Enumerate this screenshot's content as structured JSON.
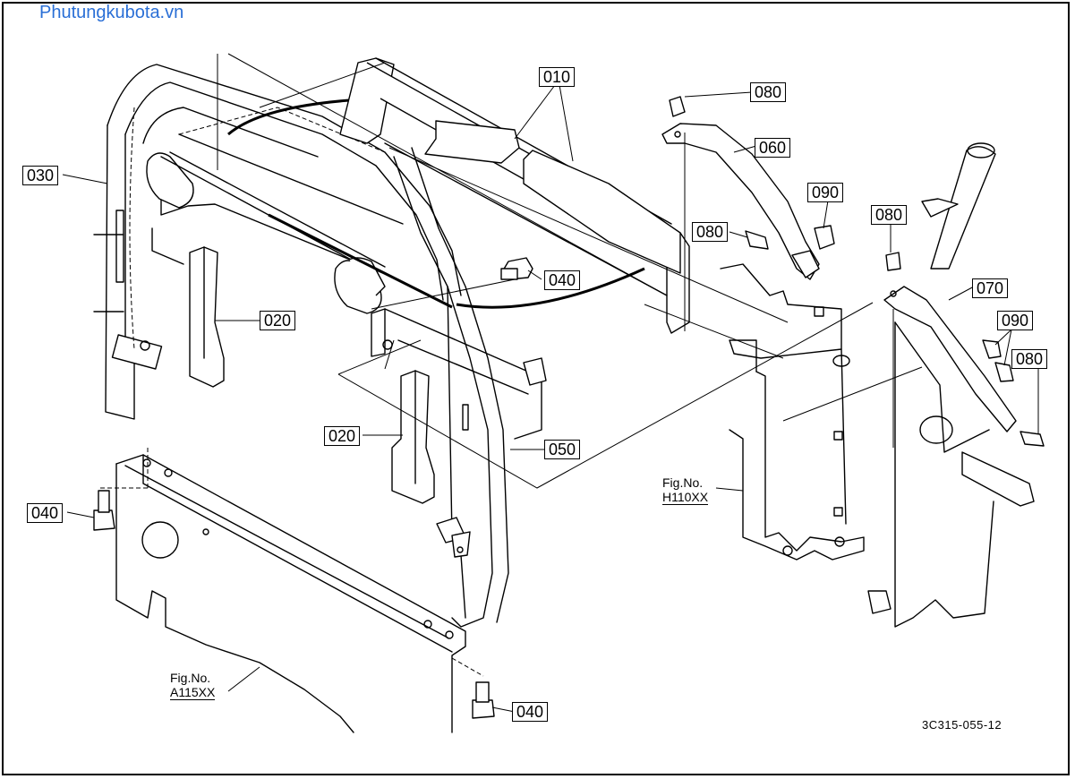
{
  "watermark": "Phutungkubota.vn",
  "document_id": "3C315-055-12",
  "callouts": [
    {
      "id": "c010",
      "label": "010"
    },
    {
      "id": "c080a",
      "label": "080"
    },
    {
      "id": "c060",
      "label": "060"
    },
    {
      "id": "c090a",
      "label": "090"
    },
    {
      "id": "c080b",
      "label": "080"
    },
    {
      "id": "c080c",
      "label": "080"
    },
    {
      "id": "c030",
      "label": "030"
    },
    {
      "id": "c040a",
      "label": "040"
    },
    {
      "id": "c020a",
      "label": "020"
    },
    {
      "id": "c070",
      "label": "070"
    },
    {
      "id": "c090b",
      "label": "090"
    },
    {
      "id": "c080d",
      "label": "080"
    },
    {
      "id": "c020b",
      "label": "020"
    },
    {
      "id": "c050",
      "label": "050"
    },
    {
      "id": "c040b",
      "label": "040"
    },
    {
      "id": "c040c",
      "label": "040"
    }
  ],
  "figure_refs": [
    {
      "id": "h110",
      "prefix": "Fig.No.",
      "number": "H110XX"
    },
    {
      "id": "a115",
      "prefix": "Fig.No.",
      "number": "A115XX"
    }
  ]
}
